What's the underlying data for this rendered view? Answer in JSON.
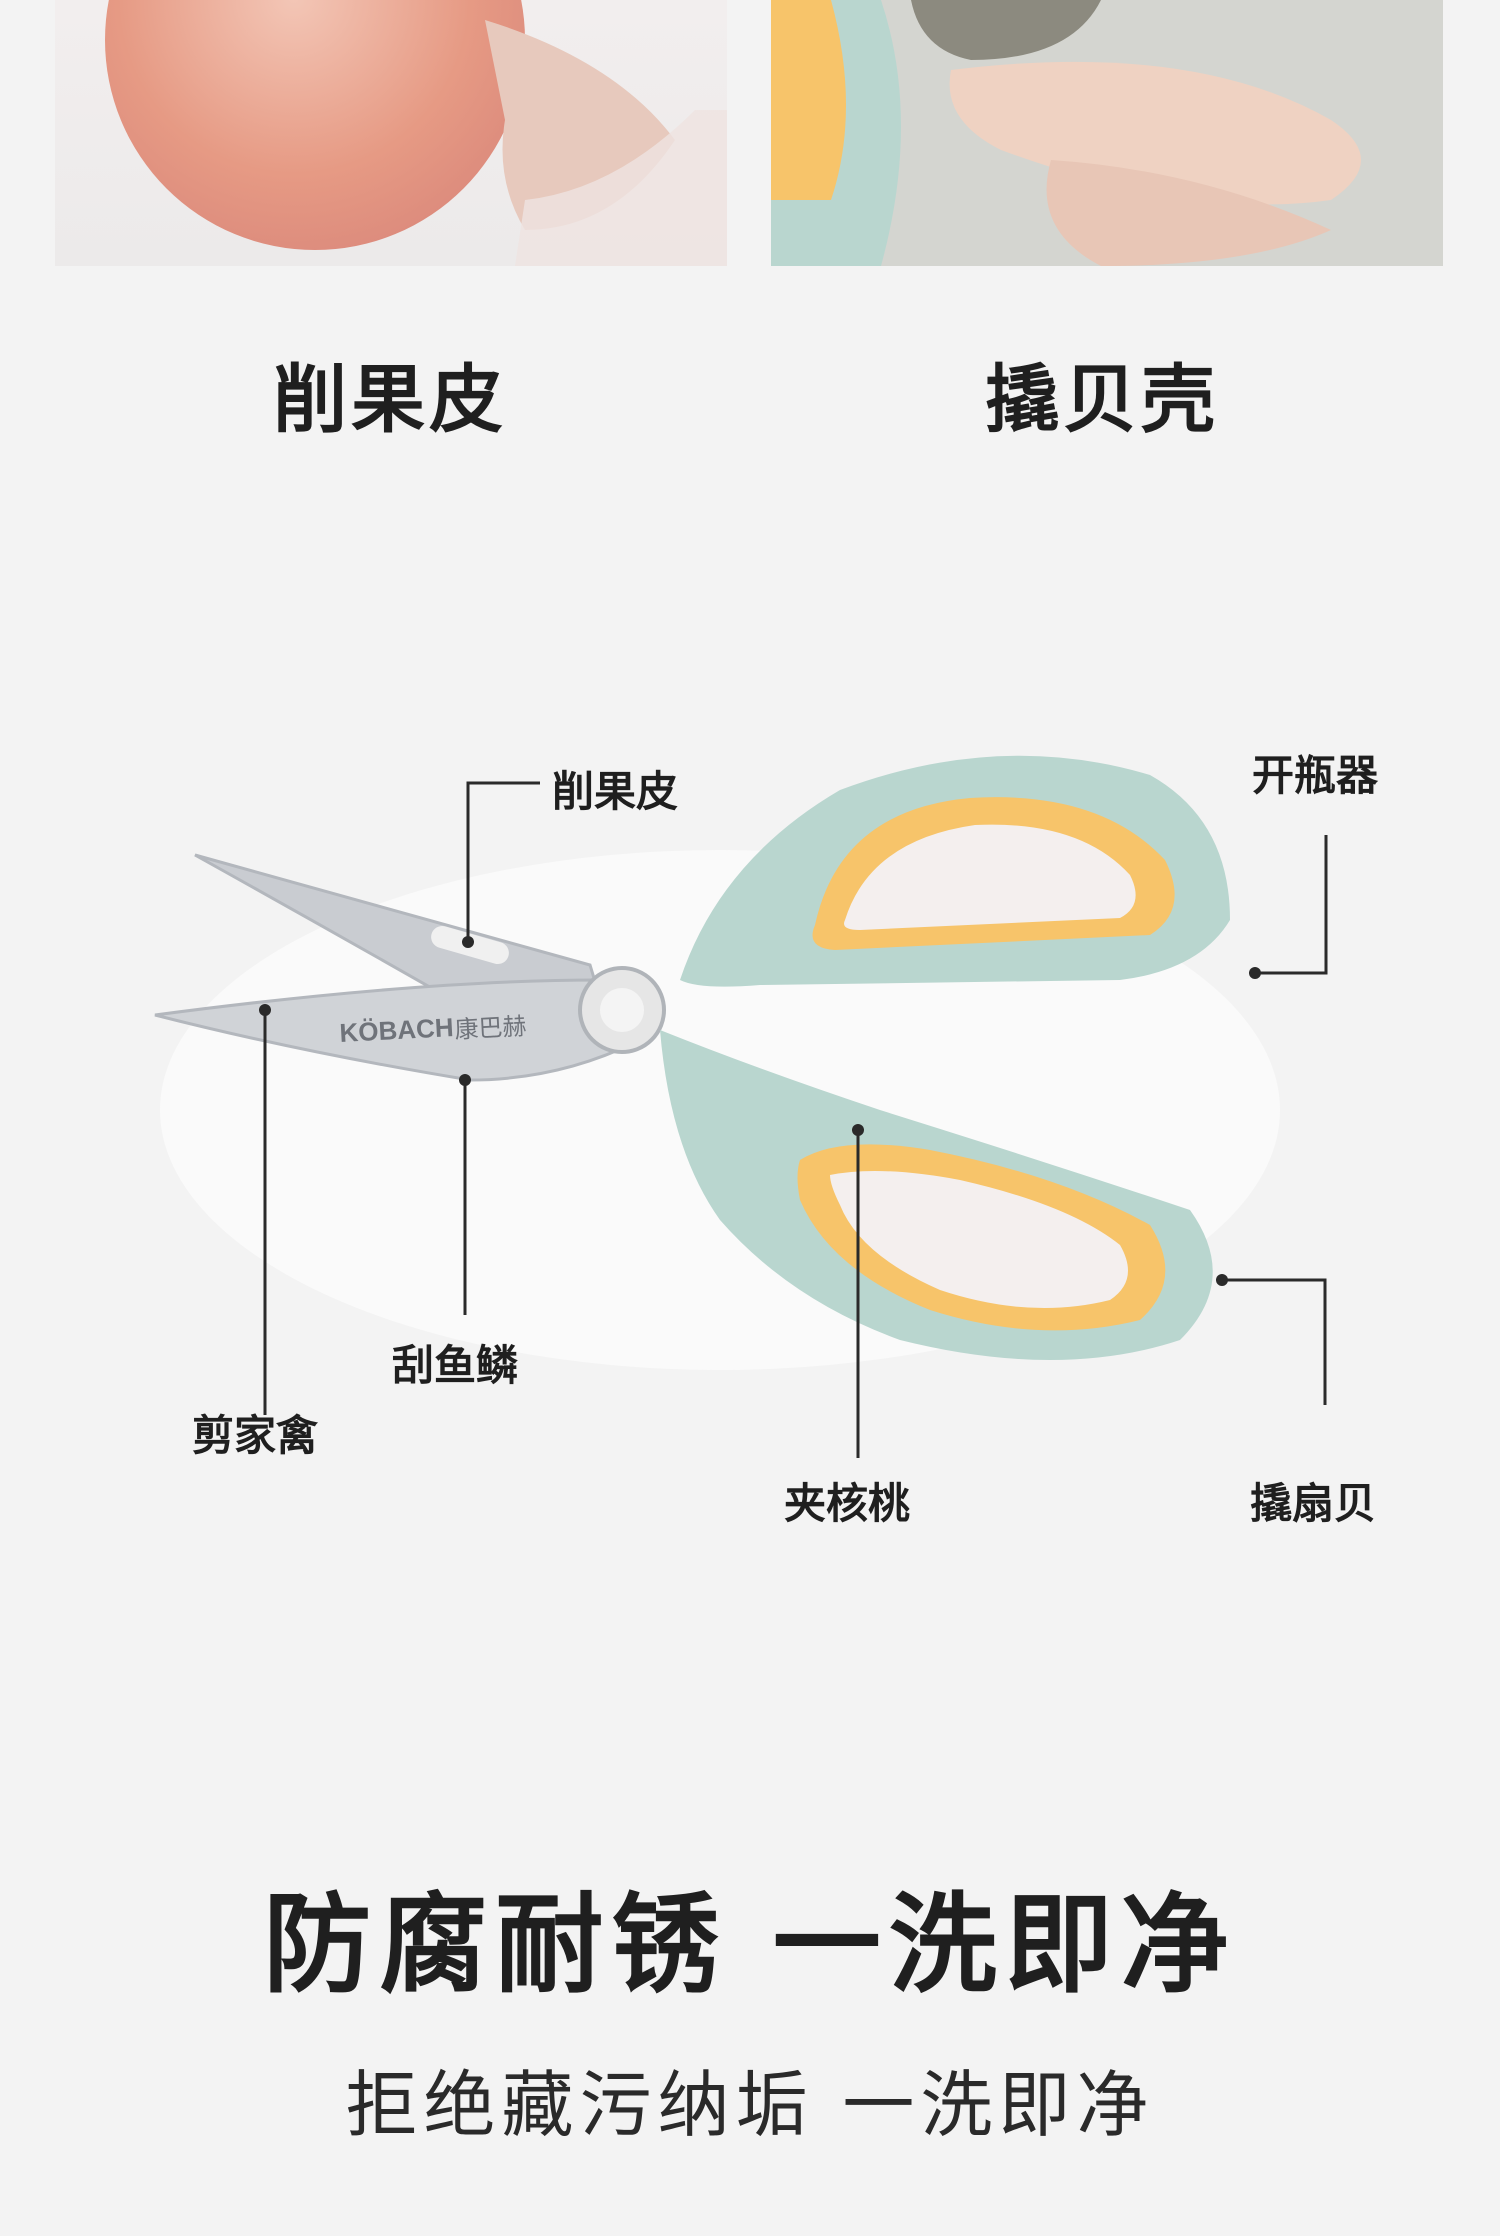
{
  "top_panels": {
    "left_caption": "削果皮",
    "right_caption": "撬贝壳"
  },
  "diagram": {
    "brand_en": "KÖBACH",
    "brand_cn": "康巴赫",
    "callouts": {
      "peel": "削果皮",
      "bottle_opener": "开瓶器",
      "scale": "刮鱼鳞",
      "poultry": "剪家禽",
      "walnut": "夹核桃",
      "scallop": "撬扇贝"
    },
    "colors": {
      "handle_outer": "#b9d6cf",
      "handle_inner": "#f7c46a",
      "blade": "#c9ccd1"
    }
  },
  "headline": "防腐耐锈   一洗即净",
  "subline": "拒绝藏污纳垢  一洗即净"
}
